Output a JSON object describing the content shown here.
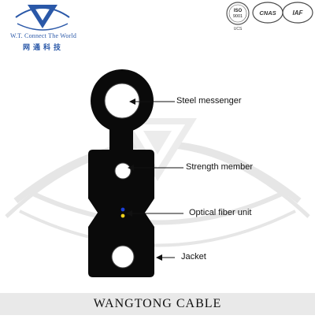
{
  "header": {
    "logo_text_en": "W.T. Connect The World",
    "logo_text_cn": "网通科技",
    "badges": [
      {
        "icon": "sgs-iso-9001-badge",
        "top": "ISO",
        "bottom": "9001",
        "caption": "UCS"
      },
      {
        "icon": "cnas-badge",
        "label": "CNAS"
      },
      {
        "icon": "iaf-badge",
        "label": "IAF"
      }
    ]
  },
  "diagram": {
    "callouts": [
      "Steel  messenger",
      "Strength member",
      "Optical fiber unit",
      "Jacket"
    ]
  },
  "colors": {
    "brand_blue": "#2a58a8",
    "cable_fill": "#0a0a0a",
    "fiber_blue": "#1c3fd8",
    "fiber_yellow": "#f2d21b",
    "watermark_gray": "#e2e2e2",
    "footer_bg": "#e9e9e9"
  },
  "footer": {
    "title": "WANGTONG  CABLE"
  }
}
